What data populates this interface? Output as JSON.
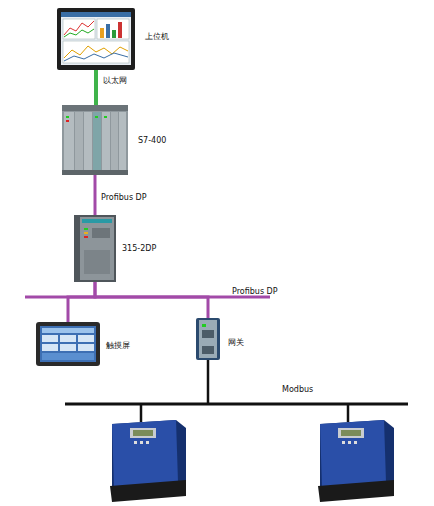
{
  "diagram": {
    "nodes": [
      {
        "text": [
          "上位机"
        ]
      },
      {
        "text": [
          "S7-400"
        ]
      },
      {
        "text": [
          "315-2DP"
        ]
      },
      {
        "text": [
          "触摸屏"
        ]
      },
      {
        "text": [
          "网关"
        ]
      }
    ],
    "edges": [
      {
        "from": 0,
        "to": 1,
        "arrow": "none",
        "label": "以太网"
      },
      {
        "from": 1,
        "to": 2,
        "arrow": "none",
        "label": "Profibus DP"
      },
      {
        "from": 2,
        "to": 3,
        "arrow": "none"
      },
      {
        "from": 2,
        "to": 4,
        "arrow": "none",
        "label": "Profibus DP"
      }
    ],
    "labels": [
      "Modbus"
    ]
  }
}
